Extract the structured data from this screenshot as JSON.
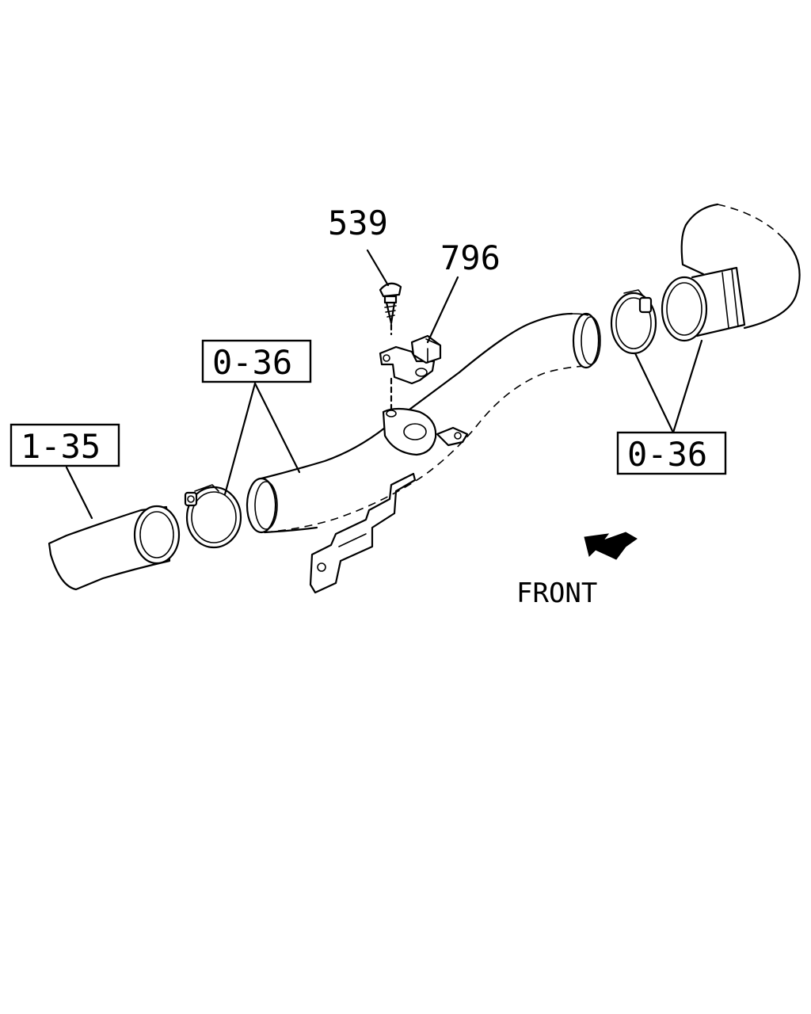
{
  "callouts": {
    "part_539": "539",
    "part_796": "796",
    "ref_0_36_left": "0-36",
    "ref_0_36_right": "0-36",
    "ref_1_35": "1-35"
  },
  "orientation": {
    "front_label": "FRONT"
  }
}
